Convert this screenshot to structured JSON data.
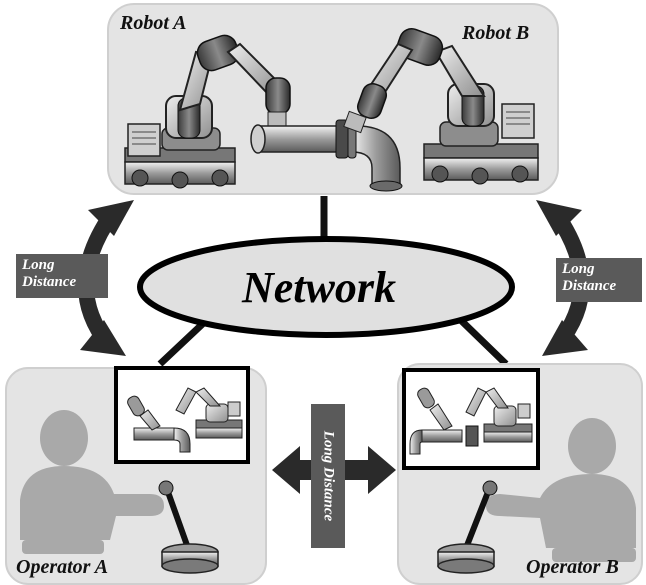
{
  "labels": {
    "robot_a": "Robot A",
    "robot_b": "Robot B",
    "network": "Network",
    "operator_a": "Operator A",
    "operator_b": "Operator B",
    "long_distance_left_1": "Long",
    "long_distance_left_2": "Distance",
    "long_distance_right_1": "Long",
    "long_distance_right_2": "Distance",
    "long_distance_center": "Long Distance"
  },
  "colors": {
    "panel_fill": "#e4e4e4",
    "panel_stroke": "#cfcfcf",
    "tag_fill": "#5a5a5a",
    "operator_fill": "#a9a9a9",
    "line": "#111111"
  }
}
